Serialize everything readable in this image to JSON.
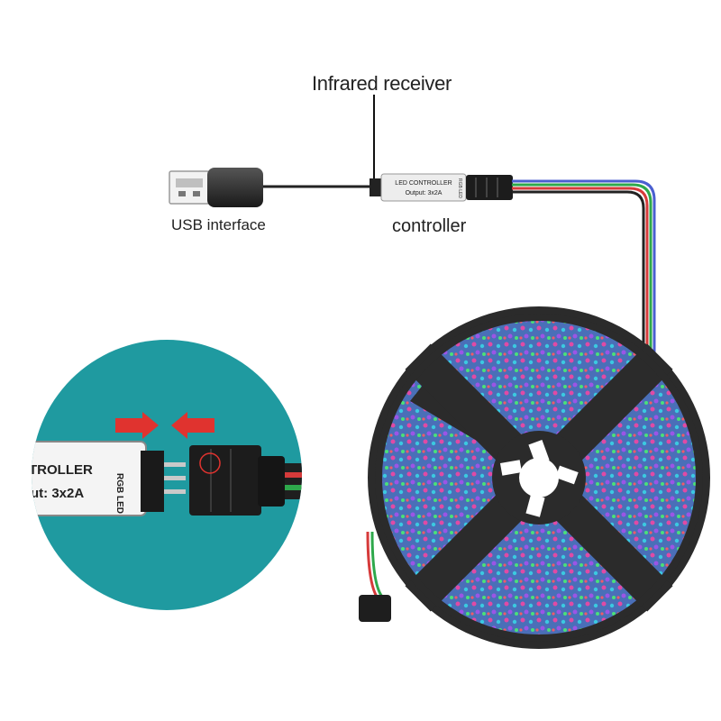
{
  "labels": {
    "infrared_receiver": "Infrared receiver",
    "usb_interface": "USB interface",
    "controller": "controller"
  },
  "controller_box": {
    "line1": "LED CONTROLLER",
    "line2": "Output: 3x2A",
    "side": "RGB LED"
  },
  "zoom_inset": {
    "line1": "TROLLER",
    "line2": "ut: 3x2A",
    "side": "RGB LED"
  },
  "colors": {
    "inset_bg": "#1f9aa0",
    "reel": "#2b2b2b",
    "arrow": "#e0332f"
  }
}
